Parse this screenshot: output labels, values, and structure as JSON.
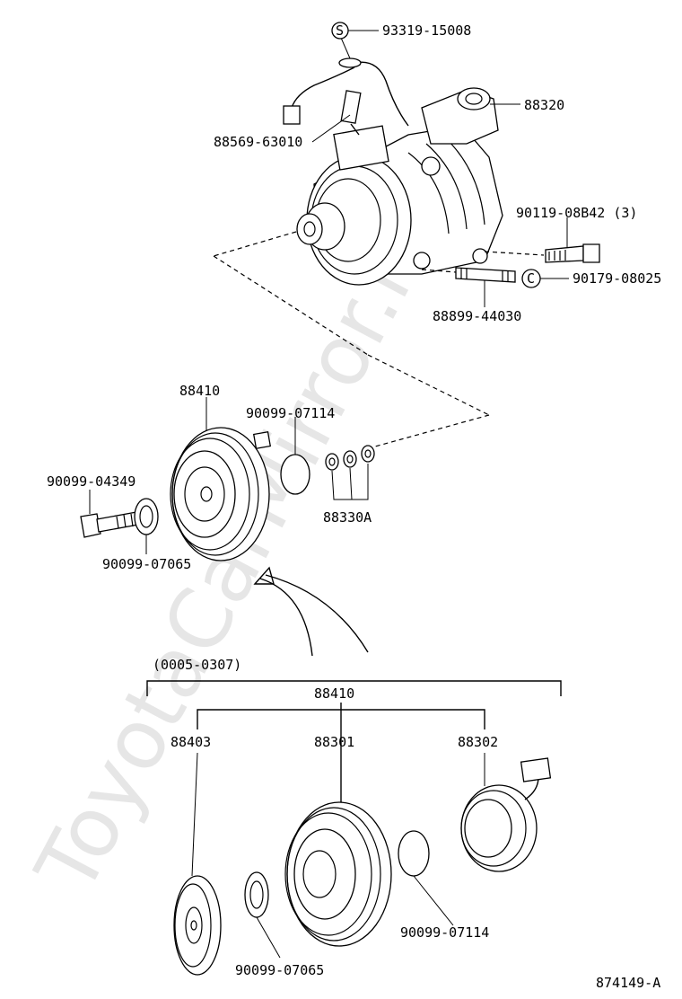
{
  "watermark": "ToyotaCarMirror.ru",
  "figure_id": "874149-A",
  "date_range": "(0005-0307)",
  "parts": {
    "p93319": "93319-15008",
    "p93319_mark": "S",
    "p88320": "88320",
    "p88569": "88569-63010",
    "p90119": "90119-08B42 (3)",
    "p90179": "90179-08025",
    "p90179_mark": "C",
    "p88899": "88899-44030",
    "p88410_top": "88410",
    "p90099_07114_top": "90099-07114",
    "p90099_04349": "90099-04349",
    "p88330A": "88330A",
    "p90099_07065_top": "90099-07065",
    "p88410_bottom": "88410",
    "p88403": "88403",
    "p88301": "88301",
    "p88302": "88302",
    "p90099_07114_bottom": "90099-07114",
    "p90099_07065_bottom": "90099-07065"
  }
}
